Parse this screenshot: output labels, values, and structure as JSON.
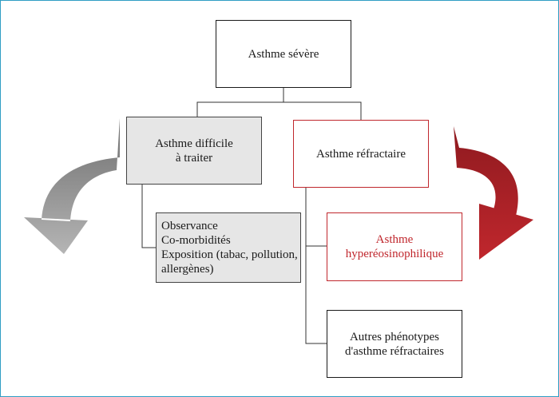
{
  "nodes": {
    "root": {
      "lines": [
        "Asthme sévère"
      ]
    },
    "difficile": {
      "lines": [
        "Asthme difficile",
        "à traiter"
      ]
    },
    "refractaire": {
      "lines": [
        "Asthme réfractaire"
      ]
    },
    "causes": {
      "lines": [
        "Observance",
        "Co-morbidités",
        "Exposition (tabac, pollution,",
        "allergènes)"
      ]
    },
    "hyper": {
      "lines": [
        "Asthme",
        "hyperéosinophilique"
      ]
    },
    "autres": {
      "lines": [
        "Autres phénotypes",
        "d'asthme réfractaires"
      ]
    }
  },
  "colors": {
    "accent_red": "#c0272d",
    "arrow_red_dark": "#8e1a1f",
    "arrow_grey_dark": "#6e6e6e",
    "arrow_grey_light": "#b5b5b5",
    "gray_fill": "#e6e6e6",
    "frame_border": "#2f9ec4"
  }
}
